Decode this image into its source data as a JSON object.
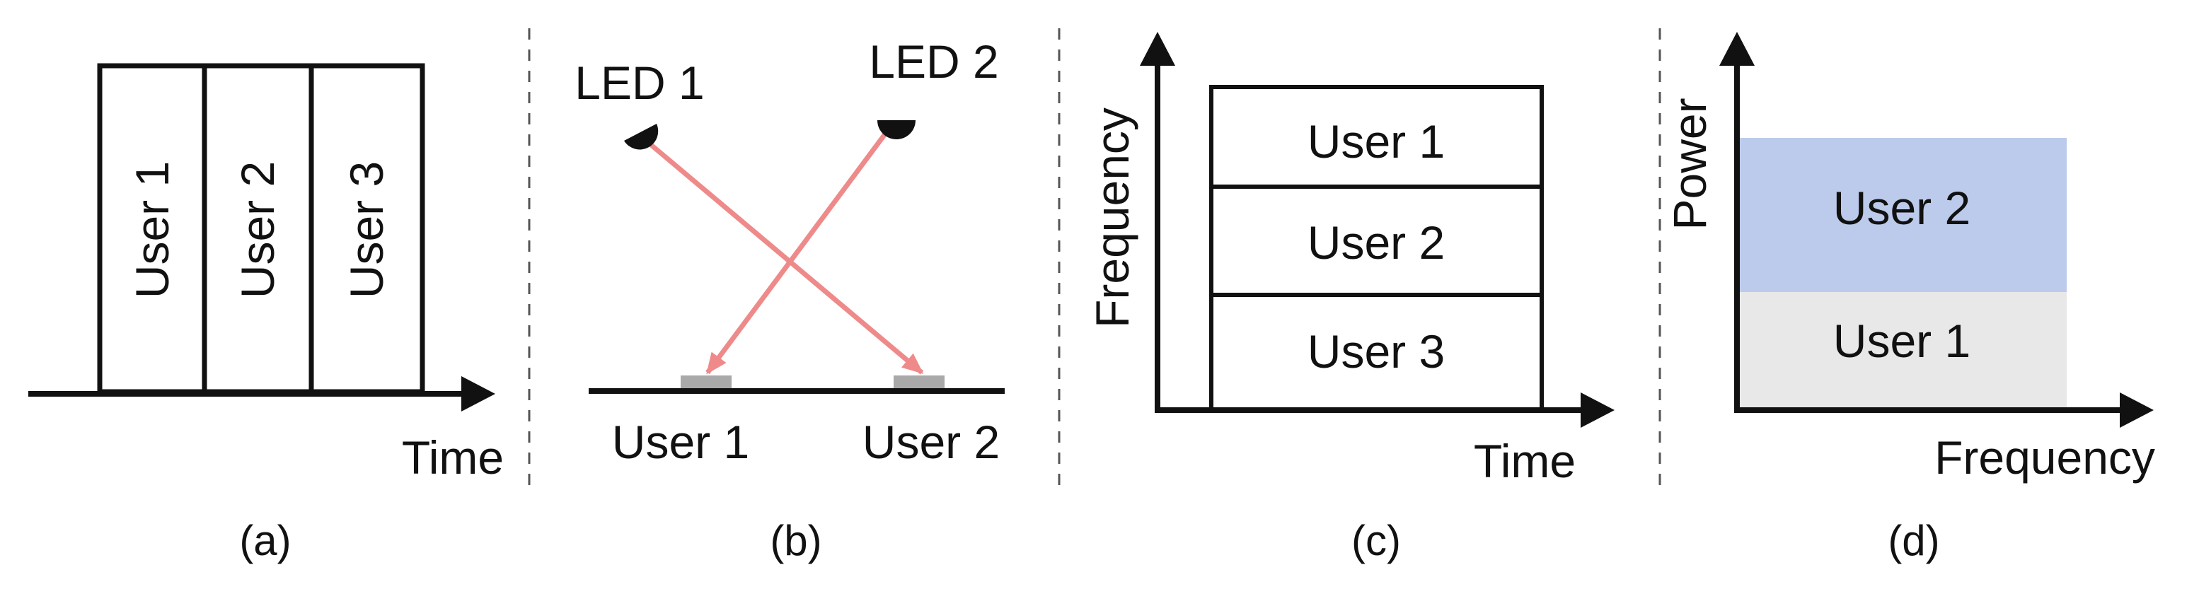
{
  "colors": {
    "stroke": "#111111",
    "beam": "#ee8a8a",
    "receiver": "#a9a9a9",
    "user2_band": "#bccbeb",
    "user1_band": "#e8e8e8"
  },
  "panel_a": {
    "slots": [
      "User 1",
      "User 2",
      "User 3"
    ],
    "axis_label": "Time",
    "caption": "(a)"
  },
  "panel_b": {
    "leds": [
      "LED 1",
      "LED 2"
    ],
    "users": [
      "User 1",
      "User 2"
    ],
    "caption": "(b)"
  },
  "panel_c": {
    "bands": [
      "User 1",
      "User 2",
      "User 3"
    ],
    "y_label": "Frequency",
    "x_label": "Time",
    "caption": "(c)"
  },
  "panel_d": {
    "levels": [
      "User 2",
      "User 1"
    ],
    "y_label": "Power",
    "x_label": "Frequency",
    "caption": "(d)"
  }
}
